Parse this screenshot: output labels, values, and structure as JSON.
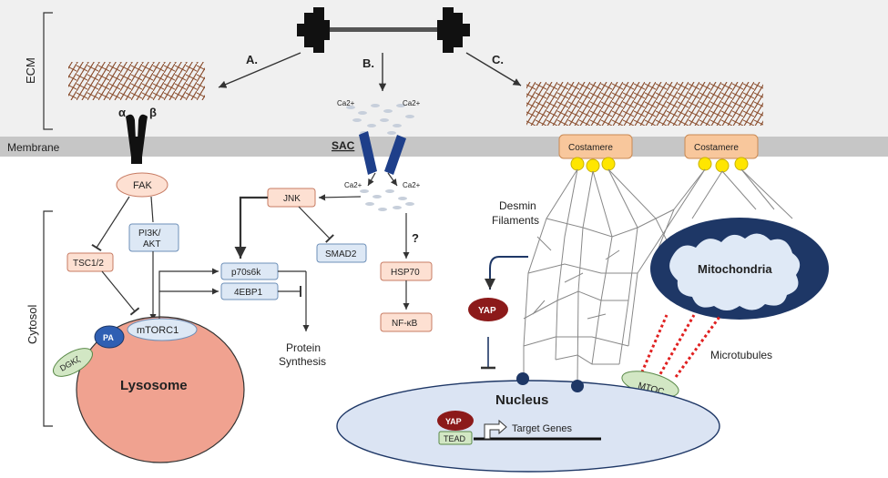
{
  "labels": {
    "ecm": "ECM",
    "membrane": "Membrane",
    "cytosol": "Cytosol",
    "a": "A.",
    "b": "B.",
    "c": "C.",
    "alpha": "α",
    "beta": "β",
    "sac": "SAC",
    "ca": "Ca2+",
    "fak": "FAK",
    "pi3k_line1": "PI3K/",
    "pi3k_line2": "AKT",
    "tsc": "TSC1/2",
    "jnk": "JNK",
    "smad2": "SMAD2",
    "p70s6k": "p70s6k",
    "ebp1": "4EBP1",
    "mtorc1": "mTORC1",
    "pa": "PA",
    "dgk": "DGKζ",
    "lysosome": "Lysosome",
    "protein_line1": "Protein",
    "protein_line2": "Synthesis",
    "question": "?",
    "hsp70": "HSP70",
    "nfkb": "NF-κB",
    "costamere": "Costamere",
    "desmin_line1": "Desmin",
    "desmin_line2": "Filaments",
    "mitochondria": "Mitochondria",
    "yap": "YAP",
    "microtubules": "Microtubules",
    "mtoc": "MTOC",
    "nucleus": "Nucleus",
    "tead": "TEAD",
    "target_genes": "Target Genes"
  },
  "colors": {
    "ecm_band": "#f0f0f0",
    "membrane": "#c6c6c6",
    "fiber": "#8a4e2e",
    "pink_box": "#fde0d2",
    "pink_stroke": "#c77b63",
    "blue_box": "#dde8f5",
    "blue_stroke": "#6d8fb8",
    "lysosome": "#f0a290",
    "mito_dark": "#1e3766",
    "mito_light": "#dfe9f6",
    "yap": "#8c1a1a",
    "nucleus": "#dbe4f3",
    "tead": "#d2e7c4",
    "costamere": "#f8c79c",
    "integrin_node": "#ffe600",
    "microtubule": "#e02020"
  }
}
